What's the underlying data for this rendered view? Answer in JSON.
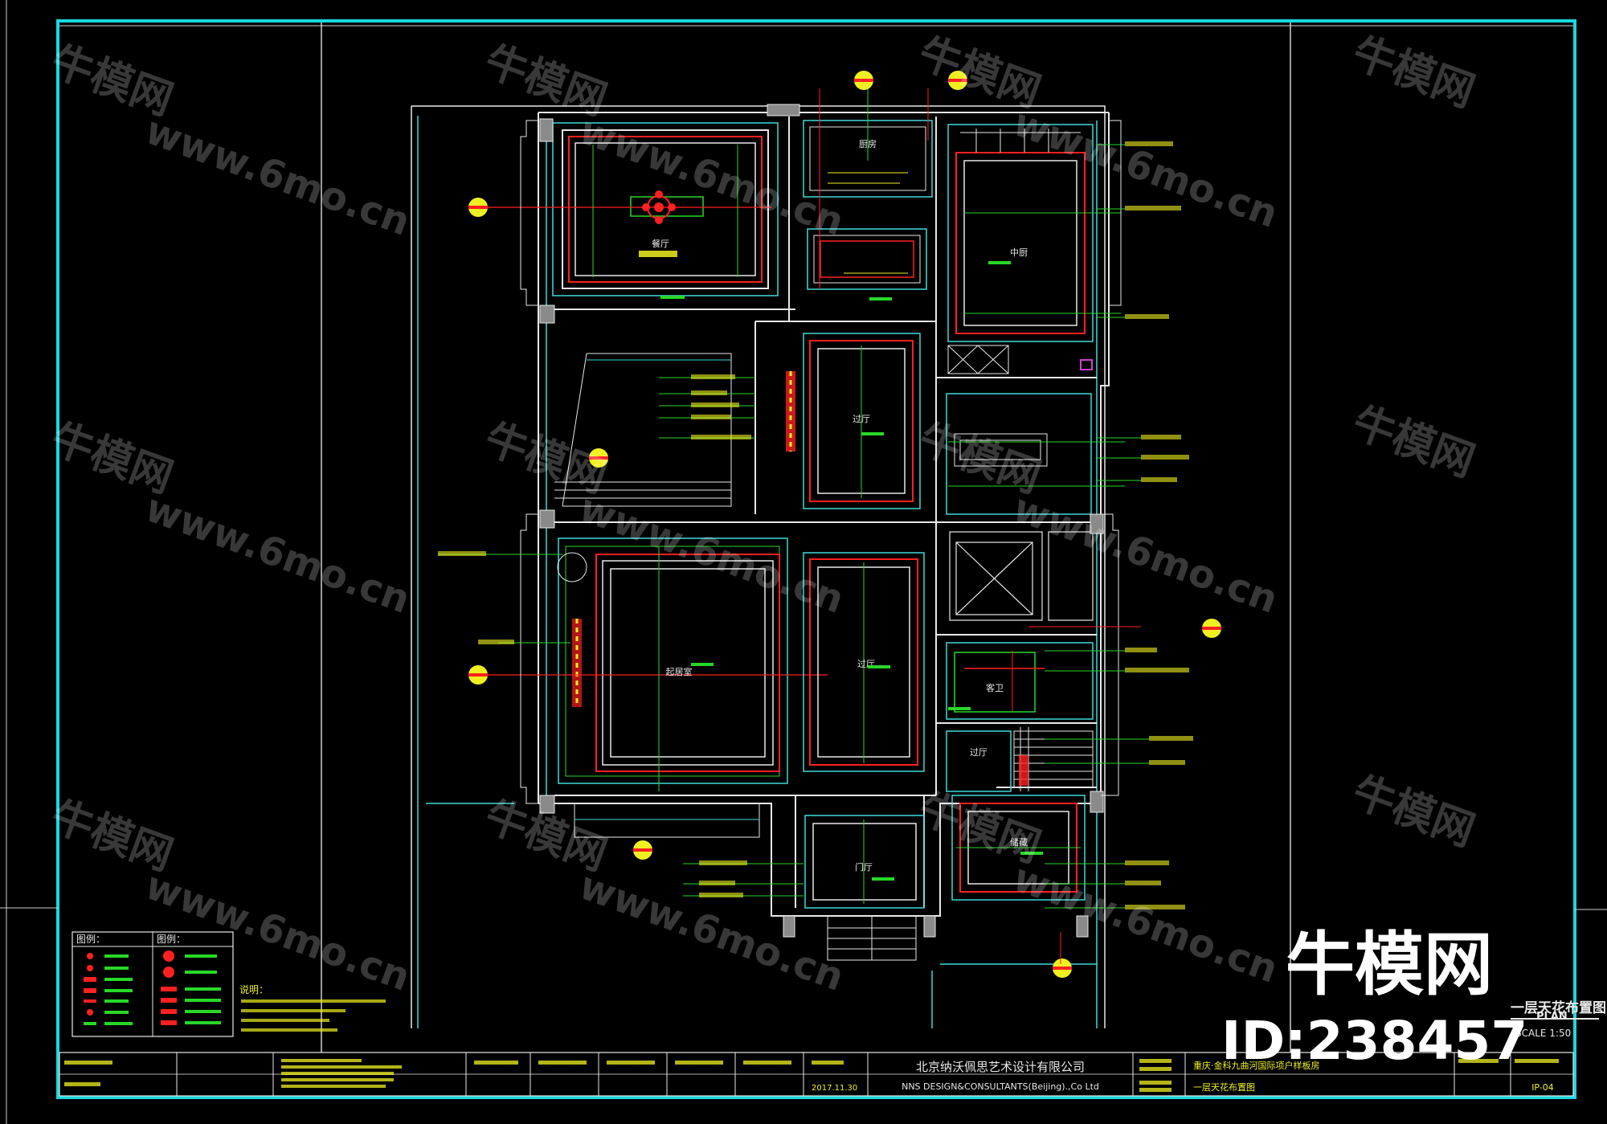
{
  "sheet": {
    "title_cn": "一层天花布置图",
    "title_en": "PLAN",
    "scale_label": "SCALE 1:50",
    "sheet_no": "IP-04"
  },
  "rooms": {
    "dining": "餐厅",
    "kitchen": "厨房",
    "middle_kitchen": "中厨",
    "corridor_a": "过厅",
    "living": "起居室",
    "corridor_b": "过厅",
    "guest_wc": "客卫",
    "corridor_c": "过厅",
    "foyer": "门厅",
    "storage": "储藏"
  },
  "legend": {
    "header_left": "图例：",
    "header_right": "图例：",
    "notes_title": "说明："
  },
  "title_block": {
    "company_cn": "北京纳沃佩思艺术设计有限公司",
    "company_en": "NNS DESIGN&CONSULTANTS(Beijing).,Co Ltd",
    "project": "重庆·金科九曲河国际项户样板房",
    "drawing_name": "一层天花布置图",
    "date": "2017.11.30"
  },
  "watermark": {
    "brand": "牛模网",
    "url": "www.6mo.cn",
    "id_label": "ID:238457"
  },
  "colors": {
    "frame": "#19d9e0",
    "wall": "#e8e8e8",
    "cyan": "#3fd9d9",
    "red": "#ff2020",
    "yellow": "#f0f020",
    "green": "#28d828"
  }
}
